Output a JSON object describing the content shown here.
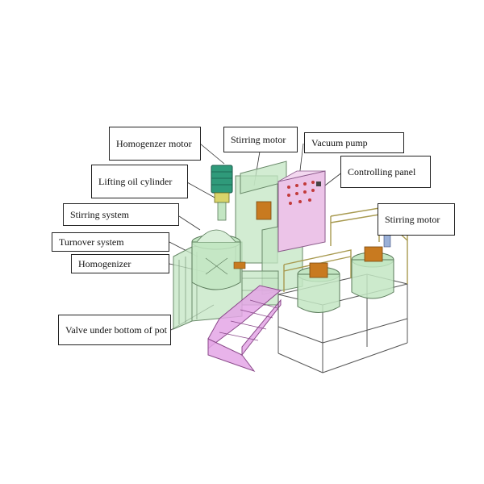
{
  "labels": {
    "homogenizer_motor": "Homogenzer motor",
    "stirring_motor_top": "Stirring motor",
    "vacuum_pump": "Vacuum pump",
    "lifting_oil_cylinder": "Lifting oil cylinder",
    "controlling_panel": "Controlling panel",
    "stirring_system": "Stirring system",
    "stirring_motor_right": "Stirring motor",
    "turnover_system": "Turnover system",
    "homogenizer": "Homogenizer",
    "valve_under_bottom": "Valve under bottom of pot"
  },
  "colors": {
    "frame": "#c3e6c3",
    "frame_line": "#6a8a6a",
    "panel": "#ecc4e8",
    "stairs": "#e4a6e6",
    "motor": "#2f9a7a",
    "rail": "#f0e6a8",
    "stand": "#ffffff",
    "pot": "#c87a20"
  }
}
